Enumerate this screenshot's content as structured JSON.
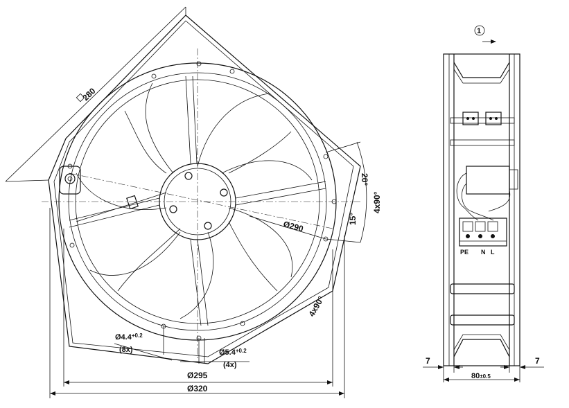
{
  "front_view": {
    "square_size": "280",
    "hole_dia_main": "Ø4.4",
    "hole_dia_main_tol": "+0.2",
    "hole_count_main": "(8x)",
    "hole_dia_secondary": "Ø5.4",
    "hole_dia_secondary_tol": "+0.2",
    "hole_count_secondary": "(4x)",
    "pitch_circle": "Ø290",
    "inner_circle": "Ø295",
    "outer_circle": "Ø320",
    "angle_20": "20°",
    "angle_15": "15°",
    "angle_4x90_a": "4x90°",
    "angle_4x90_b": "4x90°"
  },
  "side_view": {
    "flow_marker": "1",
    "terminal_pe": "PE",
    "terminal_n": "N",
    "terminal_l": "L",
    "flange_left": "7",
    "flange_right": "7",
    "depth": "80",
    "depth_tol": "±0.5"
  }
}
